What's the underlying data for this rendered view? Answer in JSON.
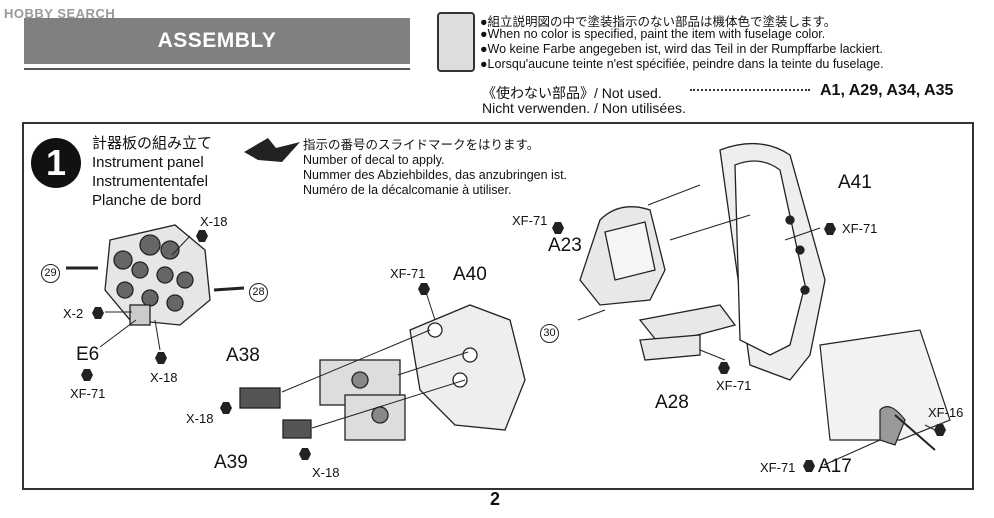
{
  "watermark": "HOBBY SEARCH",
  "section_title": "ASSEMBLY",
  "color_notes": [
    "●組立説明図の中で塗装指示のない部品は機体色で塗装します。",
    "●When no color is specified, paint the item with fuselage color.",
    "●Wo keine Farbe angegeben ist, wird das Teil in der Rumpffarbe lackiert.",
    "●Lorsqu'aucune teinte n'est spécifiée, peindre dans la teinte du fuselage."
  ],
  "not_used": {
    "line1": "《使わない部品》/ Not used.",
    "line2": "Nicht verwenden. / Non utilisées.",
    "parts": "A1, A29, A34, A35"
  },
  "step": {
    "number": "1",
    "title_lines": [
      "計器板の組み立て",
      "Instrument panel",
      "Instrumententafel",
      "Planche de bord"
    ],
    "decal_lines": [
      "指示の番号のスライドマークをはります。",
      "Number of decal to apply.",
      "Nummer des Abziehbildes, das anzubringen ist.",
      "Numéro de la décalcomanie à utiliser."
    ]
  },
  "labels": {
    "x18_a": "X-18",
    "x18_b": "X-18",
    "x18_c": "X-18",
    "x18_d": "X-18",
    "x2": "X-2",
    "e6": "E6",
    "xf71_a": "XF-71",
    "xf71_b": "XF-71",
    "xf71_c": "XF-71",
    "xf71_d": "XF-71",
    "xf71_e": "XF-71",
    "xf71_f": "XF-71",
    "xf16": "XF-16",
    "a38": "A38",
    "a39": "A39",
    "a40": "A40",
    "a23": "A23",
    "a41": "A41",
    "a28": "A28",
    "a17": "A17",
    "decal_29": "29",
    "decal_28": "28",
    "decal_30": "30"
  },
  "page_number": "2"
}
